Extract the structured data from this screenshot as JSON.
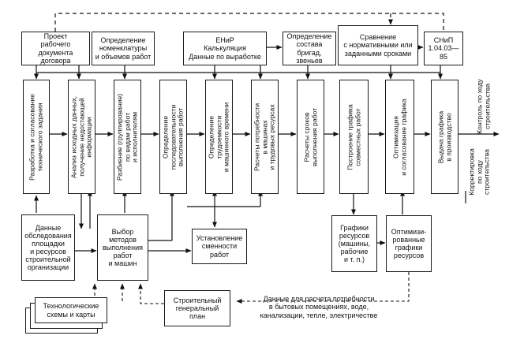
{
  "top_boxes": {
    "project": "Проект\nрабочего документа\nдоговора",
    "nomenclature": "Определение\nноменклатуры\nи объемов работ",
    "enir": "ЕНиР\nКалькуляция\nДанные по выработке",
    "brigades": "Определение\nсостава бригад,\nзвеньев",
    "comparison": "Сравнение\nс нормативными или\nзаданными сроками",
    "snip": "СНиП\n1.04.03—85"
  },
  "process_steps": [
    "Разработка и согласование\nтехнического задания",
    "Анализ исходных данных,\nполучение недостающей\nинформации",
    "Разбиение (группирование)\nпо видам работ\nи исполнителям",
    "Определение\nпоследовательности\nвыполнения работ",
    "Определение\nтрудоемкости\nи машинного времени",
    "Расчеты потребности\nв машинах\nи трудовых ресурсах",
    "Расчеты сроков\nвыполнения работ",
    "Построение графика\nсовместных работ",
    "Оптимизация\nи согласование графика",
    "Выдача графика\nв производство"
  ],
  "side_labels": {
    "control": "Контроль по ходу\nстроительства",
    "correction": "Корректировка\nпо ходу\nстроительства"
  },
  "bottom_boxes": {
    "survey": "Данные\nобследования\nплощадки\nи ресурсов\nстроительной\nорганизации",
    "methods": "Выбор\nметодов\nвыполнения\nработ\nи машин",
    "shifts": "Установление\nсменности\nработ",
    "resource_charts": "Графики\nресурсов\n(машины,\nрабочие\nи т. п.)",
    "optimized_charts": "Оптимизи-\nрованные\nграфики\nресурсов",
    "tech_schemes": "Технологические\nсхемы и карты",
    "master_plan": "Строительный\nгенеральный\nплан"
  },
  "bottom_note": "Данные для расчета потребности\nв бытовых помещениях, воде,\nканализации, тепле, электричестве"
}
